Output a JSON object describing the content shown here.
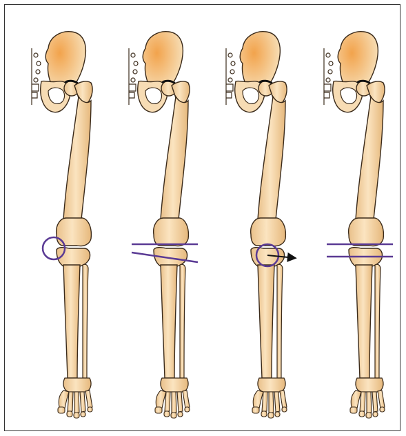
{
  "diagram": {
    "panels": [
      {
        "id": "panel-1",
        "marker": "circle"
      },
      {
        "id": "panel-2",
        "marker": "lines-converging"
      },
      {
        "id": "panel-3",
        "marker": "circle-arrow"
      },
      {
        "id": "panel-4",
        "marker": "lines-parallel"
      }
    ]
  },
  "colors": {
    "bone_fill": "#f4d6a6",
    "bone_shade": "#e3b577",
    "bone_outline": "#3a2a1a",
    "pelvis_highlight": "#f2a34c",
    "marker": "#5a3a94",
    "arrow": "#111111",
    "frame_border": "#333333"
  }
}
